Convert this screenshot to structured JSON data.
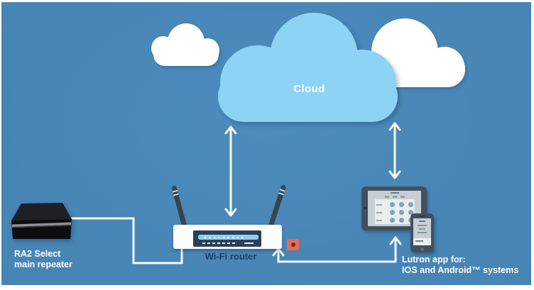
{
  "cloud": {
    "label": "Cloud"
  },
  "repeater": {
    "label_line1": "RA2 Select",
    "label_line2": "main repeater"
  },
  "router": {
    "label": "Wi-Fi router"
  },
  "app": {
    "label_line1": "Lutron app for:",
    "label_line2": "IOS and Android™ systems"
  },
  "colors": {
    "background": "#4785B5",
    "cloud_blue": "#8DD3F5",
    "cloud_white": "#FFFFFF",
    "line_white": "#F7FAFC",
    "router_panel_navy": "#2C4055",
    "router_led_strip": "#8FCEF0",
    "router_indicator_orange": "#F2664D",
    "label_navy": "#1E3E63",
    "device_slate": "#42505E"
  }
}
